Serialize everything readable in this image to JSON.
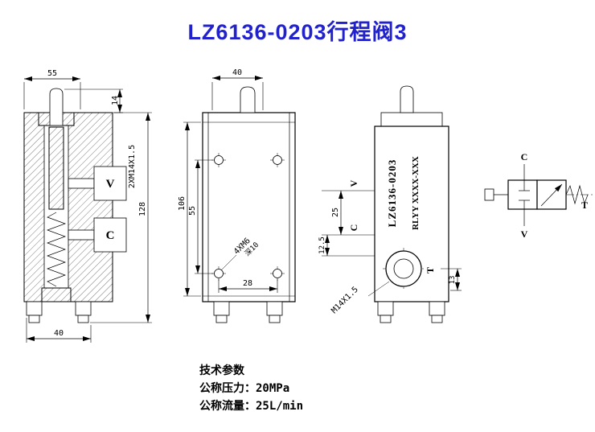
{
  "title": "LZ6136-0203行程阀3",
  "colors": {
    "title": "#2222cc",
    "line": "#000000",
    "bg": "#ffffff"
  },
  "left_view": {
    "dim_width_top": "55",
    "dim_stem": "14",
    "label_ports_thread": "2XM14X1.5",
    "dim_height": "128",
    "dim_base": "40",
    "port_v": "V",
    "port_c": "C"
  },
  "front_view": {
    "dim_top": "40",
    "dim_height": "106",
    "dim_hole_span_v": "55",
    "dim_hole_span_h": "28",
    "label_holes_line1": "4XM6",
    "label_holes_line2": "深10"
  },
  "side_view": {
    "label_model": "LZ6136-0203",
    "label_serial": "RLYY XXXX-XXX",
    "port_v": "V",
    "port_c": "C",
    "port_t": "T",
    "dim_port_span": "25",
    "dim_port_offset": "12.5",
    "dim_t_offset": "13",
    "label_t_thread": "M14X1.5"
  },
  "schematic": {
    "port_c": "C",
    "port_t": "T",
    "port_v": "V"
  },
  "specs": {
    "heading": "技术参数",
    "line_pressure": "公称压力：20MPa",
    "line_flow": "公称流量：25L/min"
  }
}
